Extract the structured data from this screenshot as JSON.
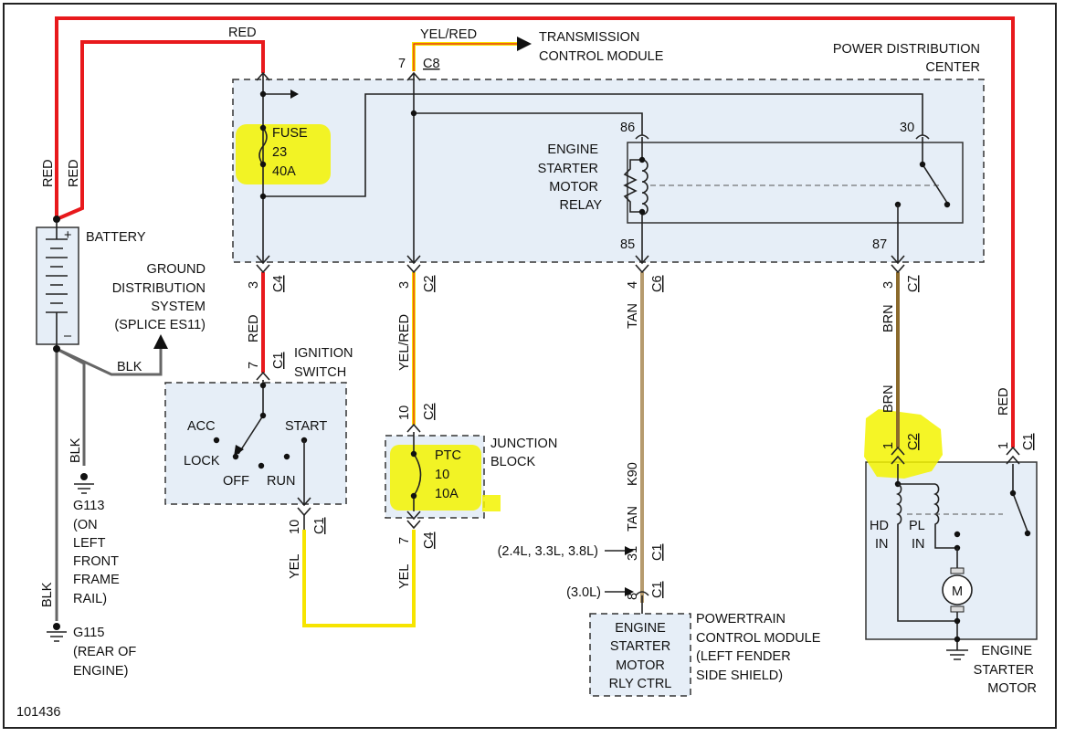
{
  "diagram_id": "101436",
  "colors": {
    "red": "#e8191c",
    "yellow": "#f6e400",
    "tan": "#b69b6e",
    "brown": "#8b6a2c",
    "black": "#555555",
    "highlight": "#f3f300",
    "module_fill": "#e6eef7"
  },
  "wires": {
    "red": "RED",
    "yel_red": "YEL/RED",
    "yel": "YEL",
    "tan": "TAN",
    "brn": "BRN",
    "blk": "BLK",
    "k90": "K90"
  },
  "components": {
    "transmission_line1": "TRANSMISSION",
    "transmission_line2": "CONTROL MODULE",
    "pdc_line1": "POWER DISTRIBUTION",
    "pdc_line2": "CENTER",
    "fuse_line1": "FUSE",
    "fuse_line2": "23",
    "fuse_line3": "40A",
    "relay_line1": "ENGINE",
    "relay_line2": "STARTER",
    "relay_line3": "MOTOR",
    "relay_line4": "RELAY",
    "battery": "BATTERY",
    "ground_line1": "GROUND",
    "ground_line2": "DISTRIBUTION",
    "ground_line3": "SYSTEM",
    "ground_line4": "(SPLICE ES11)",
    "ign_line1": "IGNITION",
    "ign_line2": "SWITCH",
    "ign_acc": "ACC",
    "ign_start": "START",
    "ign_lock": "LOCK",
    "ign_off": "OFF",
    "ign_run": "RUN",
    "jb_line1": "JUNCTION",
    "jb_line2": "BLOCK",
    "ptc_line1": "PTC",
    "ptc_line2": "10",
    "ptc_line3": "10A",
    "g113": "G113",
    "g113_l1": "(ON",
    "g113_l2": "LEFT",
    "g113_l3": "FRONT",
    "g113_l4": "FRAME",
    "g113_l5": "RAIL)",
    "g115": "G115",
    "g115_l1": "(REAR OF",
    "g115_l2": "ENGINE)",
    "engine_variants": "(2.4L, 3.3L, 3.8L)",
    "engine_30l": "(3.0L)",
    "pcm_box_l1": "ENGINE",
    "pcm_box_l2": "STARTER",
    "pcm_box_l3": "MOTOR",
    "pcm_box_l4": "RLY CTRL",
    "pcm_line1": "POWERTRAIN",
    "pcm_line2": "CONTROL MODULE",
    "pcm_line3": "(LEFT FENDER",
    "pcm_line4": "SIDE SHIELD)",
    "sm_hd": "HD",
    "sm_in": "IN",
    "sm_pl": "PL",
    "sm_m": "M",
    "sm_line1": "ENGINE",
    "sm_line2": "STARTER",
    "sm_line3": "MOTOR"
  },
  "pins": {
    "c8_pin": "7",
    "c8": "C8",
    "c4_pin": "3",
    "c4": "C4",
    "c2_pin": "3",
    "c2": "C2",
    "c6_pin": "4",
    "c6": "C6",
    "c7_pin": "3",
    "c7": "C7",
    "relay_86": "86",
    "relay_30": "30",
    "relay_85": "85",
    "relay_87": "87",
    "ign_c1_pin": "7",
    "ign_c1": "C1",
    "ign_c1_out_pin": "10",
    "ign_c1_out": "C1",
    "jb_c2_pin": "10",
    "jb_c2": "C2",
    "jb_c4_pin": "7",
    "jb_c4": "C4",
    "pcm_c1_pin31": "31",
    "pcm_c1_a": "C1",
    "pcm_c1_pin8": "8",
    "pcm_c1_b": "C1",
    "sm_c2_pin": "1",
    "sm_c2": "C2",
    "sm_c1_pin": "1",
    "sm_c1": "C1"
  }
}
